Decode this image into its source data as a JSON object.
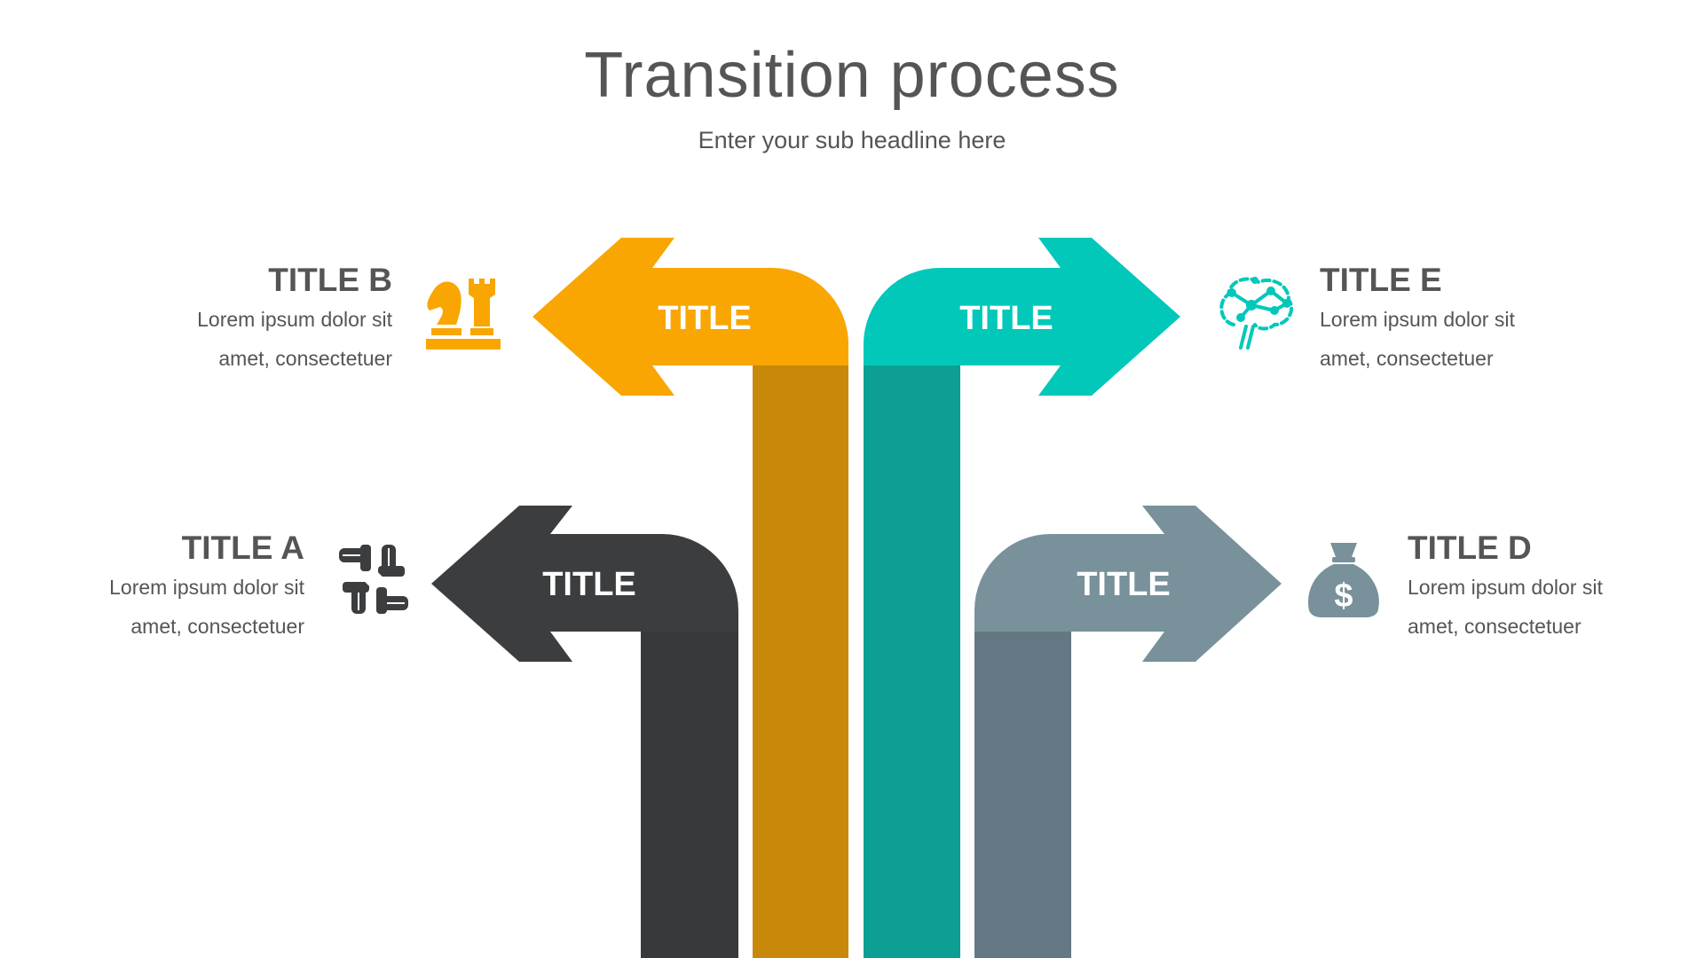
{
  "header": {
    "title": "Transition process",
    "subtitle": "Enter your sub headline here"
  },
  "colors": {
    "orange": "#F9A602",
    "orange_dark": "#C8880A",
    "teal": "#02C8BA",
    "teal_dark": "#0D9F94",
    "charcoal": "#3C3D3F",
    "charcoal_dark": "#38393B",
    "slate": "#78919A",
    "slate_dark": "#637882",
    "text": "#555555"
  },
  "arrows": [
    {
      "id": "b",
      "label": "TITLE",
      "color": "orange"
    },
    {
      "id": "e",
      "label": "TITLE",
      "color": "teal"
    },
    {
      "id": "a",
      "label": "TITLE",
      "color": "charcoal"
    },
    {
      "id": "d",
      "label": "TITLE",
      "color": "slate"
    }
  ],
  "blocks": {
    "b": {
      "title": "TITLE B",
      "line1": "Lorem ipsum dolor sit",
      "line2": "amet, consectetuer",
      "icon": "chess-icon"
    },
    "e": {
      "title": "TITLE E",
      "line1": "Lorem ipsum dolor sit",
      "line2": "amet, consectetuer",
      "icon": "brain-network-icon"
    },
    "a": {
      "title": "TITLE A",
      "line1": "Lorem ipsum dolor sit",
      "line2": "amet, consectetuer",
      "icon": "teamwork-hands-icon"
    },
    "d": {
      "title": "TITLE D",
      "line1": "Lorem ipsum dolor sit",
      "line2": "amet, consectetuer",
      "icon": "money-bag-icon"
    }
  }
}
